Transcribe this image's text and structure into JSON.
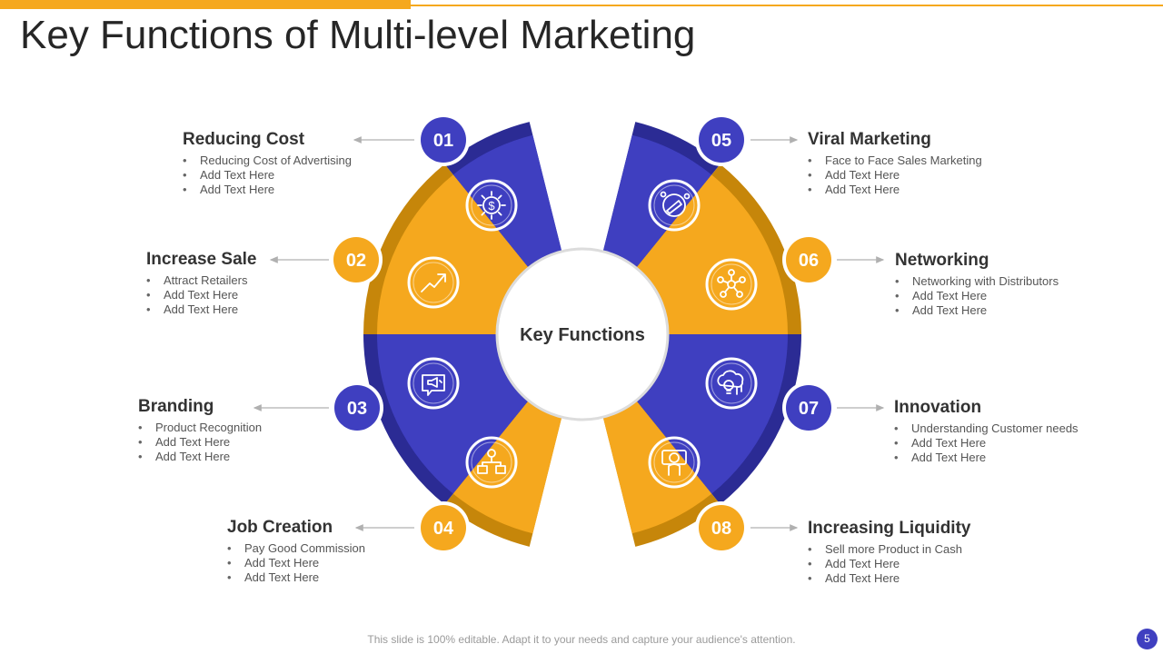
{
  "title": "Key Functions of Multi-level Marketing",
  "center_label": "Key Functions",
  "colors": {
    "accent": "#f5a81e",
    "blue": "#3f3fc0",
    "orange": "#f5a81e",
    "blue_dark": "#2b2b94",
    "orange_dark": "#c6860a"
  },
  "functions": [
    {
      "number": "01",
      "heading": "Reducing Cost",
      "icon": "dollar-gear-icon",
      "bullets": [
        "Reducing Cost of Advertising",
        "Add Text Here",
        "Add Text Here"
      ]
    },
    {
      "number": "02",
      "heading": "Increase Sale",
      "icon": "growth-arrow-icon",
      "bullets": [
        "Attract Retailers",
        "Add Text Here",
        "Add Text Here"
      ]
    },
    {
      "number": "03",
      "heading": "Branding",
      "icon": "megaphone-icon",
      "bullets": [
        "Product Recognition",
        "Add Text Here",
        "Add Text Here"
      ]
    },
    {
      "number": "04",
      "heading": "Job Creation",
      "icon": "org-chart-icon",
      "bullets": [
        "Pay Good Commission",
        "Add Text Here",
        "Add Text Here"
      ]
    },
    {
      "number": "05",
      "heading": "Viral Marketing",
      "icon": "viral-megaphone-icon",
      "bullets": [
        "Face to Face Sales Marketing",
        "Add Text Here",
        "Add Text Here"
      ]
    },
    {
      "number": "06",
      "heading": "Networking",
      "icon": "network-icon",
      "bullets": [
        "Networking with Distributors",
        "Add Text Here",
        "Add Text Here"
      ]
    },
    {
      "number": "07",
      "heading": "Innovation",
      "icon": "cloud-bulb-icon",
      "bullets": [
        "Understanding  Customer needs",
        "Add Text Here",
        "Add Text Here"
      ]
    },
    {
      "number": "08",
      "heading": "Increasing Liquidity",
      "icon": "money-hand-icon",
      "bullets": [
        "Sell more Product in Cash",
        "Add Text Here",
        "Add Text Here"
      ]
    }
  ],
  "footer": "This slide is 100% editable. Adapt it to your needs and capture your audience's attention.",
  "page_number": "5"
}
